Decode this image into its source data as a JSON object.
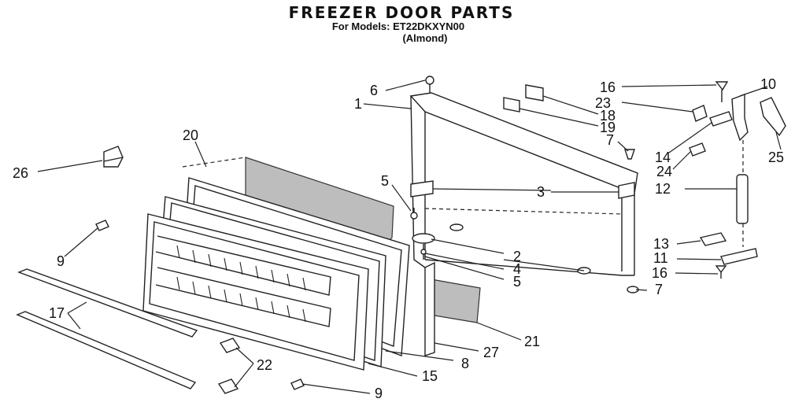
{
  "header": {
    "title": "FREEZER DOOR PARTS",
    "models_line": "For Models: ET22DKXYN00",
    "color_line": "(Almond)"
  },
  "callouts": {
    "c1": "1",
    "c2": "2",
    "c3": "3",
    "c4": "4",
    "c5a": "5",
    "c5b": "5",
    "c6": "6",
    "c7a": "7",
    "c7b": "7",
    "c8": "8",
    "c9a": "9",
    "c9b": "9",
    "c10": "10",
    "c11": "11",
    "c12": "12",
    "c13": "13",
    "c14": "14",
    "c15": "15",
    "c16a": "16",
    "c16b": "16",
    "c17": "17",
    "c18": "18",
    "c19": "19",
    "c20": "20",
    "c21": "21",
    "c22": "22",
    "c23": "23",
    "c24": "24",
    "c25": "25",
    "c26": "26",
    "c27": "27"
  }
}
